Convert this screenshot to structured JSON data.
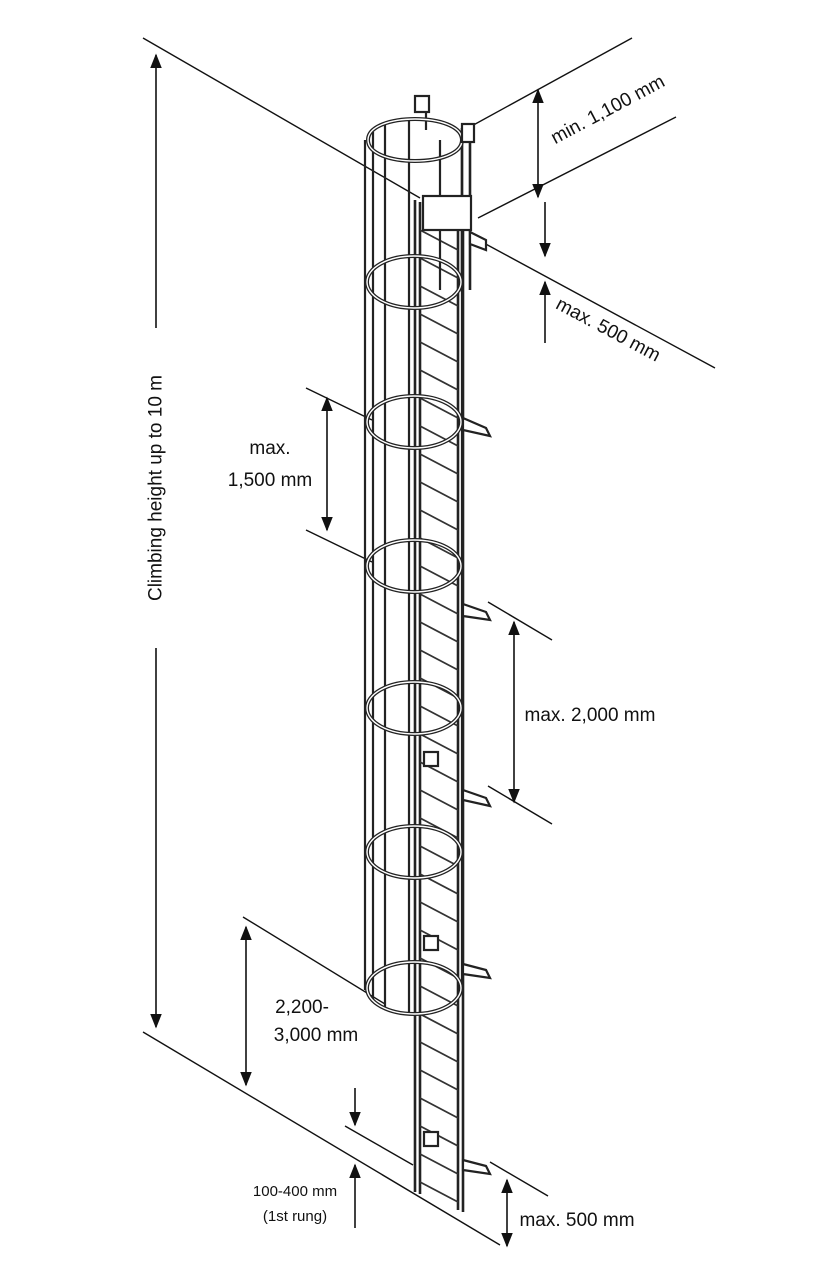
{
  "labels": {
    "climbing_height": "Climbing height up to 10 m",
    "top_extension": "min. 1,100 mm",
    "top_offset": "max. 500 mm",
    "hoop_spacing_1": "max.",
    "hoop_spacing_2": "1,500 mm",
    "bracket_spacing": "max. 2,000 mm",
    "cage_start_1": "2,200-",
    "cage_start_2": "3,000 mm",
    "first_rung_1": "100-400 mm",
    "first_rung_2": "(1st rung)",
    "bottom_offset": "max. 500 mm"
  },
  "colors": {
    "line": "#111111",
    "background": "#ffffff"
  }
}
